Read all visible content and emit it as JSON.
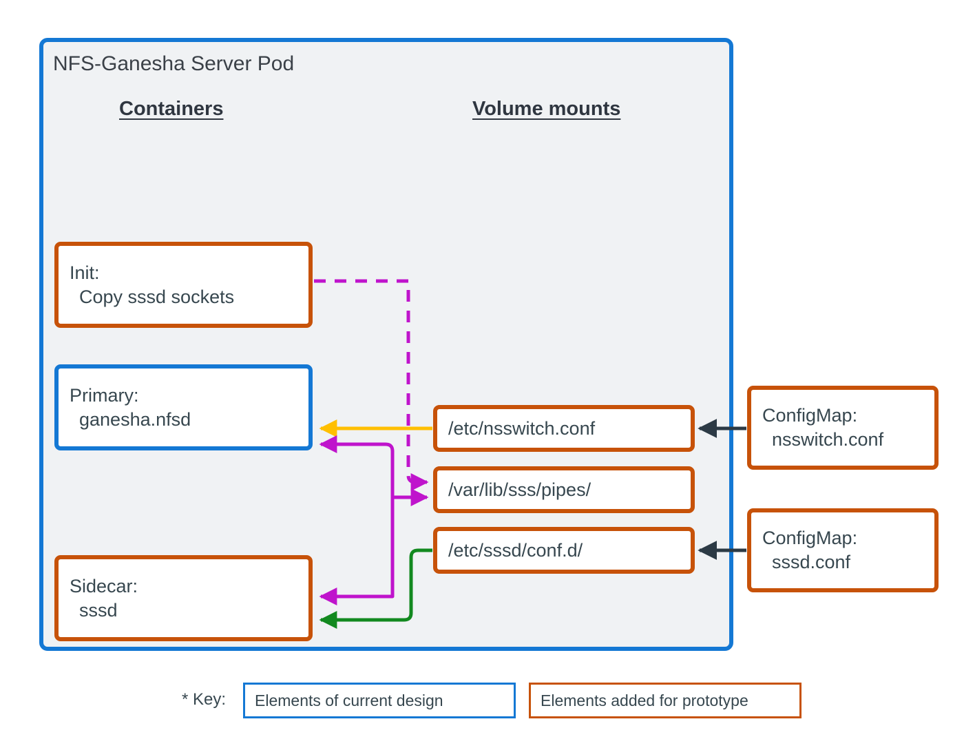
{
  "pod": {
    "title": "NFS-Ganesha Server Pod",
    "border_color": "#1478d4",
    "fill_color": "#f0f2f4"
  },
  "headings": {
    "containers": "Containers",
    "volume_mounts": "Volume mounts"
  },
  "containers": [
    {
      "id": "init",
      "line1": "Init:",
      "line2": "Copy sssd sockets",
      "style": "prototype",
      "border_color": "#c75209"
    },
    {
      "id": "primary",
      "line1": "Primary:",
      "line2": "ganesha.nfsd",
      "style": "current",
      "border_color": "#1478d4"
    },
    {
      "id": "sidecar",
      "line1": "Sidecar:",
      "line2": "sssd",
      "style": "prototype",
      "border_color": "#c75209"
    }
  ],
  "volume_mounts": [
    {
      "id": "nsswitch",
      "label": "/etc/nsswitch.conf",
      "style": "prototype",
      "border_color": "#c75209"
    },
    {
      "id": "pipes",
      "label": "/var/lib/sss/pipes/",
      "style": "prototype",
      "border_color": "#c75209"
    },
    {
      "id": "confd",
      "label": "/etc/sssd/conf.d/",
      "style": "prototype",
      "border_color": "#c75209"
    }
  ],
  "configmaps": [
    {
      "id": "cm-nsswitch",
      "line1": "ConfigMap:",
      "line2": "nsswitch.conf",
      "style": "prototype",
      "border_color": "#c75209"
    },
    {
      "id": "cm-sssd",
      "line1": "ConfigMap:",
      "line2": "sssd.conf",
      "style": "prototype",
      "border_color": "#c75209"
    }
  ],
  "key": {
    "label": "* Key:",
    "current_design": "Elements of current design",
    "prototype": "Elements added for prototype"
  },
  "connectors": [
    {
      "id": "init-to-pipes",
      "from": "init",
      "to": "pipes",
      "color": "#bf14cc",
      "dashed": true,
      "note": "init container copies sssd sockets into the pipes volume"
    },
    {
      "id": "nsswitch-to-primary",
      "from": "nsswitch",
      "to": "primary",
      "color": "#ffbf00",
      "dashed": false,
      "note": "nsswitch.conf mounted into primary container"
    },
    {
      "id": "pipes-to-primary",
      "from": "pipes",
      "to": "primary",
      "color": "#bf14cc",
      "dashed": false,
      "note": "pipes volume mounted into primary container"
    },
    {
      "id": "pipes-to-sidecar",
      "from": "pipes",
      "to": "sidecar",
      "color": "#bf14cc",
      "dashed": false,
      "note": "pipes volume mounted into sidecar container"
    },
    {
      "id": "confd-to-sidecar",
      "from": "confd",
      "to": "sidecar",
      "color": "#12891f",
      "dashed": false,
      "note": "sssd conf.d mounted into sidecar container"
    },
    {
      "id": "cmnsswitch-to-mount",
      "from": "cm-nsswitch",
      "to": "nsswitch",
      "color": "#2c3a45",
      "dashed": false,
      "note": "ConfigMap provides nsswitch.conf"
    },
    {
      "id": "cmsssd-to-mount",
      "from": "cm-sssd",
      "to": "confd",
      "color": "#2c3a45",
      "dashed": false,
      "note": "ConfigMap provides sssd.conf"
    }
  ],
  "palette": {
    "blue": "#1478d4",
    "orange": "#c75209",
    "magenta": "#bf14cc",
    "amber": "#ffbf00",
    "green": "#12891f",
    "dark": "#2c3a45",
    "text": "#37474f",
    "pod_fill": "#f0f2f4",
    "page_bg": "#ffffff"
  }
}
